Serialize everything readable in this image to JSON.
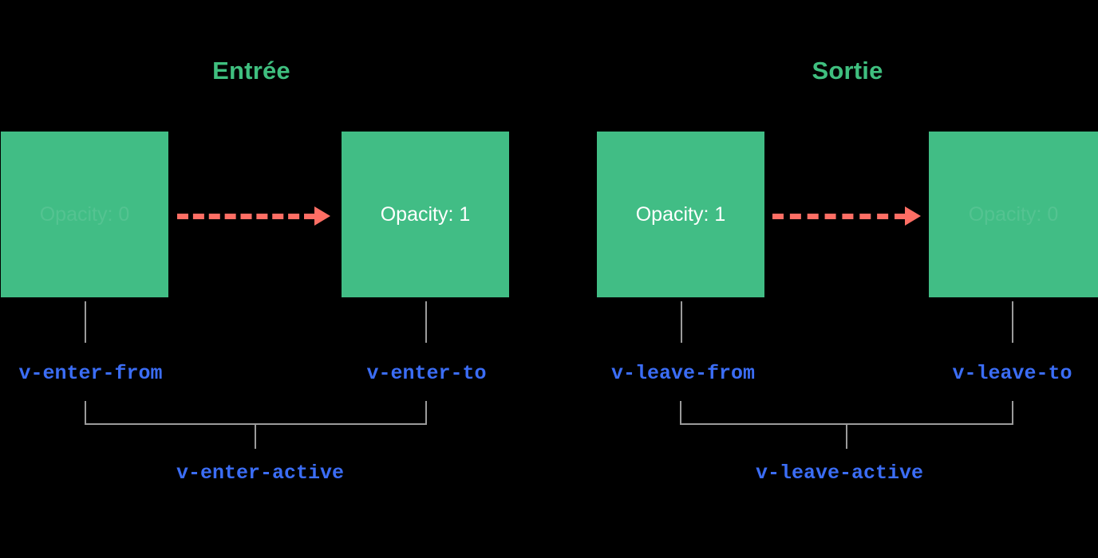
{
  "diagram": {
    "title": "Vue transition class timeline",
    "background_color": "#000000",
    "colors": {
      "box_green": "#41BD85",
      "heading_green": "#3FBF7F",
      "arrow_coral": "#FF6E64",
      "class_blue": "#3B6DF5",
      "connector_gray": "#9B9B9B",
      "box_text_white": "#FFFFFF"
    },
    "sections": [
      {
        "id": "enter",
        "heading": "Entrée",
        "from_box": {
          "label": "Opacity: 0",
          "faded": true
        },
        "to_box": {
          "label": "Opacity: 1",
          "faded": false
        },
        "arrow": "dashed-right-arrow",
        "from_class": "v-enter-from",
        "to_class": "v-enter-to",
        "active_class": "v-enter-active"
      },
      {
        "id": "leave",
        "heading": "Sortie",
        "from_box": {
          "label": "Opacity: 1",
          "faded": false
        },
        "to_box": {
          "label": "Opacity: 0",
          "faded": true
        },
        "arrow": "dashed-right-arrow",
        "from_class": "v-leave-from",
        "to_class": "v-leave-to",
        "active_class": "v-leave-active"
      }
    ]
  }
}
